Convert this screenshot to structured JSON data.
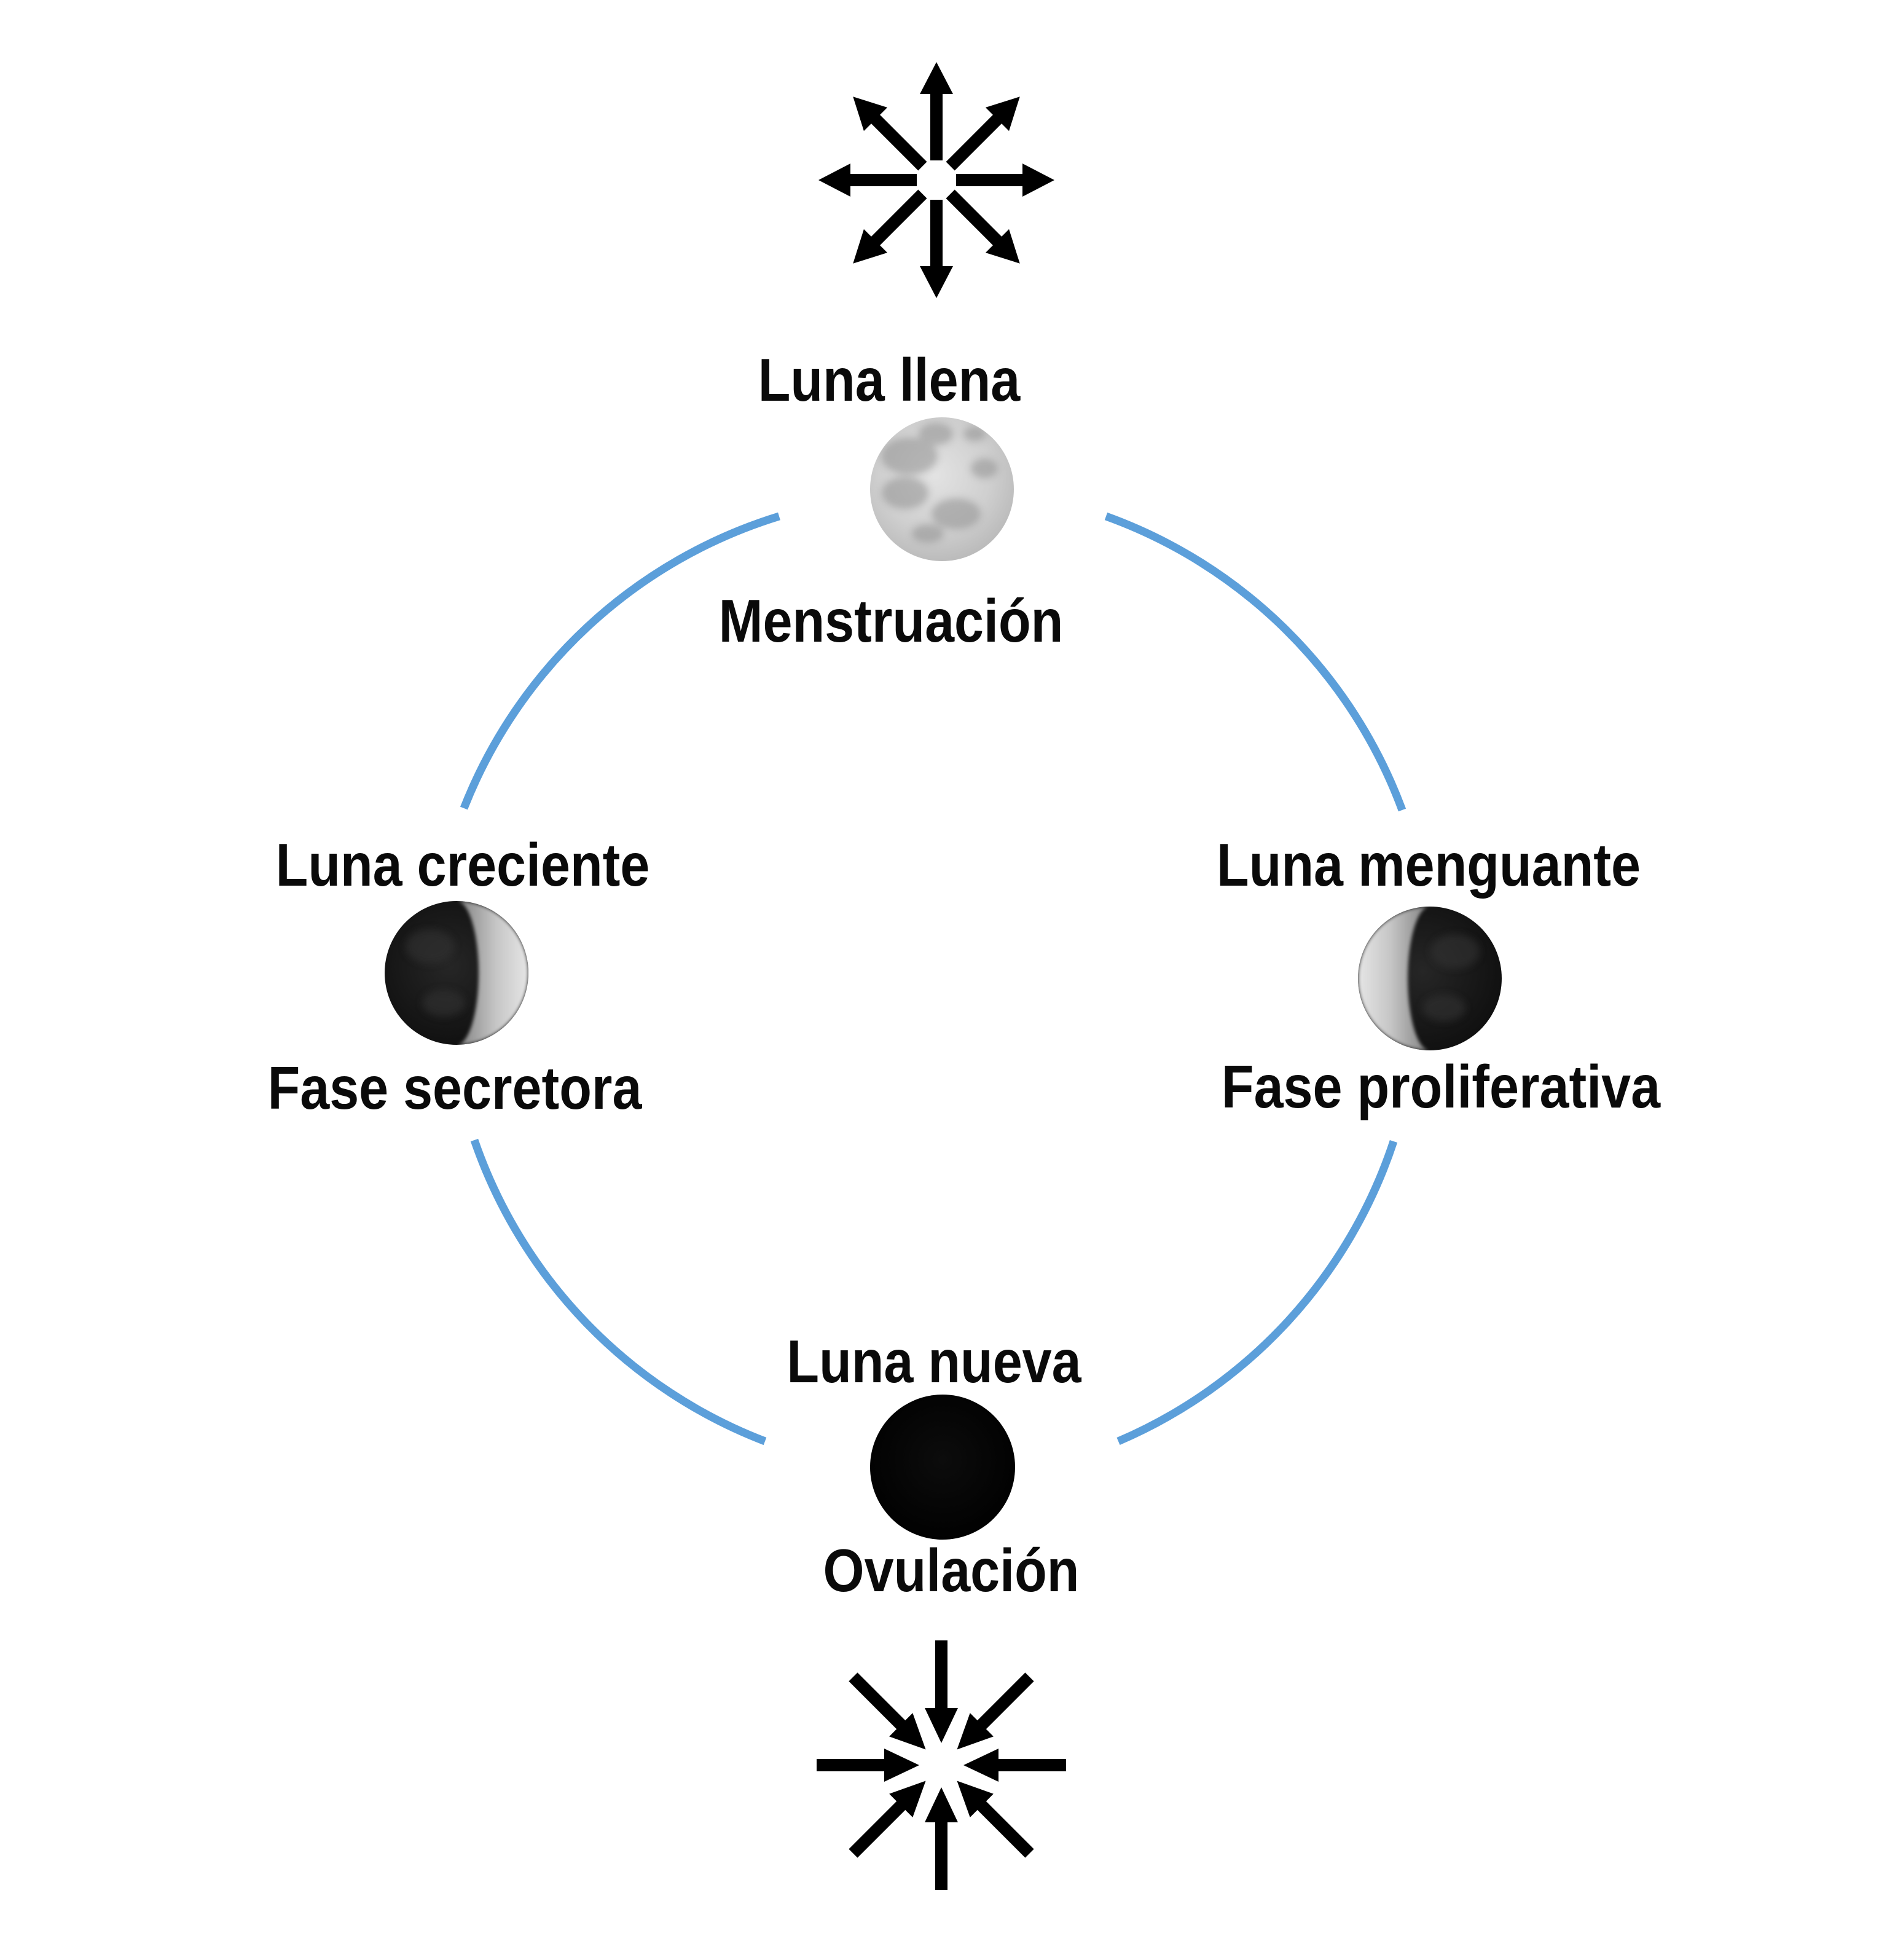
{
  "colors": {
    "background": "#ffffff",
    "text": "#0a0a0a",
    "arc_blue": "#5c9fda",
    "arrow_black": "#000000",
    "moon_light": "#d9d9d9",
    "moon_dark": "#141414"
  },
  "cycle": {
    "top": {
      "moon_phase": "Luna llena",
      "cycle_phase": "Menstruación",
      "moon_image": "full-moon"
    },
    "left": {
      "moon_phase": "Luna creciente",
      "cycle_phase": "Fase secretora",
      "moon_image": "crescent-moon-lit-right"
    },
    "right": {
      "moon_phase": "Luna menguante",
      "cycle_phase": "Fase proliferativa",
      "moon_image": "crescent-moon-lit-left"
    },
    "bottom": {
      "moon_phase": "Luna nueva",
      "cycle_phase": "Ovulación",
      "moon_image": "new-moon"
    }
  },
  "icons": {
    "top": "radiating-arrows-icon",
    "bottom": "converging-arrows-icon"
  }
}
